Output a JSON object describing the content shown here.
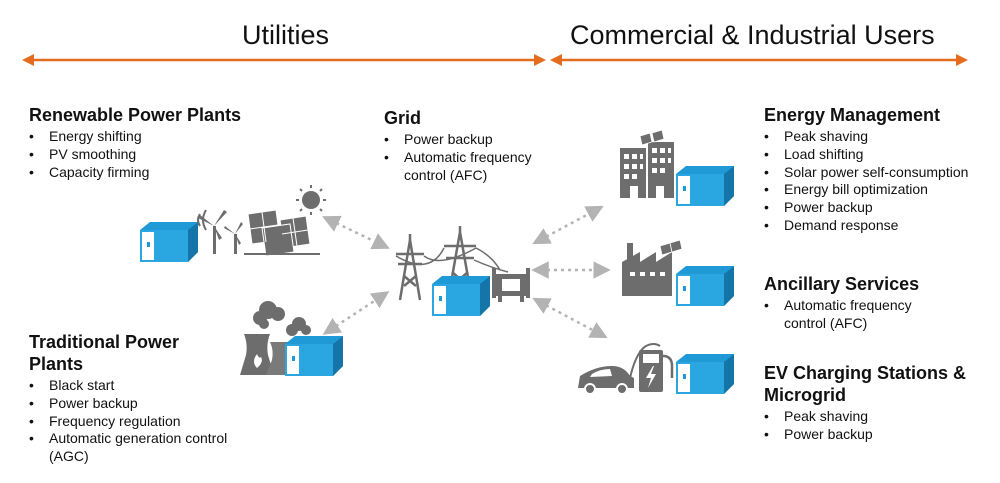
{
  "headers": {
    "utilities": "Utilities",
    "commercial": "Commercial & Industrial Users"
  },
  "renewable": {
    "title": "Renewable Power Plants",
    "items": [
      "Energy shifting",
      "PV smoothing",
      "Capacity firming"
    ]
  },
  "grid": {
    "title": "Grid",
    "items": [
      "Power backup",
      "Automatic frequency control (AFC)"
    ]
  },
  "traditional": {
    "title": "Traditional Power Plants",
    "items": [
      "Black start",
      "Power backup",
      "Frequency regulation",
      "Automatic generation control (AGC)"
    ]
  },
  "energy_management": {
    "title": "Energy Management",
    "items": [
      "Peak shaving",
      "Load shifting",
      "Solar power self-consumption",
      "Energy bill optimization",
      "Power backup",
      "Demand response"
    ]
  },
  "ancillary": {
    "title": "Ancillary Services",
    "items": [
      "Automatic frequency control (AFC)"
    ]
  },
  "ev": {
    "title": "EV Charging Stations & Microgrid",
    "items": [
      "Peak shaving",
      "Power backup"
    ]
  },
  "colors": {
    "arrow_orange": "#e36c1e",
    "container_blue": "#1f9ad6",
    "icon_gray": "#6d6d6d",
    "dotted_gray": "#b3b3b3"
  }
}
